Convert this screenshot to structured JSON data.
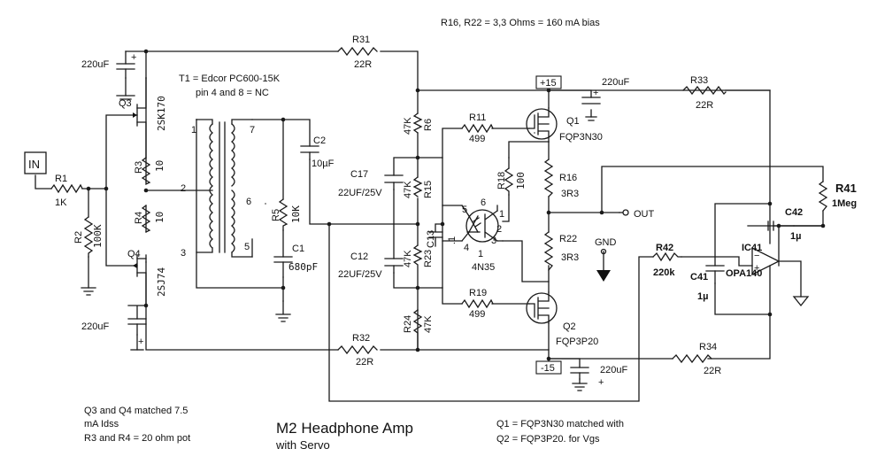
{
  "title": "M2 Headphone Amp",
  "subtitle": "with Servo",
  "notes": {
    "bias": "R16, R22 = 3,3 Ohms = 160 mA bias",
    "transformer_1": "T1 = Edcor PC600-15K",
    "transformer_2": "pin 4 and 8 = NC",
    "jfet_1": "Q3 and Q4 matched 7.5",
    "jfet_2": "mA Idss",
    "jfet_3": "R3 and R4 = 20 ohm pot",
    "mosfet_1": "Q1 = FQP3N30 matched with",
    "mosfet_2": "Q2 = FQP3P20.  for Vgs"
  },
  "ports": {
    "in": "IN",
    "out": "OUT",
    "gnd": "GND",
    "vpos": "+15",
    "vneg": "-15"
  },
  "labels": {
    "c_top_left": "220uF",
    "c_bot_left": "220uF",
    "c_top_right": "220uF",
    "c_bot_right": "220uF",
    "r31": "R31",
    "r31v": "22R",
    "r32": "R32",
    "r32v": "22R",
    "r33": "R33",
    "r33v": "22R",
    "r34": "R34",
    "r34v": "22R",
    "r1": "R1",
    "r1v": "1K",
    "r2": "R2",
    "r2v": "100K",
    "q3": "Q3",
    "q3p": "2SK170",
    "q4": "Q4",
    "q4p": "2SJ74",
    "r3": "R3",
    "r3v": "10",
    "r4": "R4",
    "r4v": "10",
    "t_pin1": "1",
    "t_pin2": "2",
    "t_pin3": "3",
    "t_pin5": "5",
    "t_pin6": "6",
    "t_pin7": "7",
    "r5": "R5",
    "r5v": "10K",
    "c1": "C1",
    "c1v": "680pF",
    "c2": "C2",
    "c2v": "10µF",
    "c17": "C17",
    "c17v": "22UF/25V",
    "c12": "C12",
    "c12v": "22UF/25V",
    "r6": "R6",
    "r6v": "47K",
    "r15": "R15",
    "r15v": "47K",
    "r23": "R23",
    "r23v": "47K",
    "r24": "R24",
    "r24v": "47K",
    "c13": "C13",
    "c13v": ".1",
    "r11": "R11",
    "r11v": "499",
    "r19": "R19",
    "r19v": "499",
    "r18": "R18",
    "r18v": "100",
    "oc": "4N35",
    "oc_p1": "1",
    "oc_p2": "2",
    "oc_p3": "3",
    "oc_p4": "4",
    "oc_p5": "5",
    "oc_p6": "6",
    "oc_p1b": "1",
    "q1": "Q1",
    "q1p": "FQP3N30",
    "q2": "Q2",
    "q2p": "FQP3P20",
    "r16": "R16",
    "r16v": "3R3",
    "r22": "R22",
    "r22v": "3R3",
    "r41": "R41",
    "r41v": "1Meg",
    "r42": "R42",
    "r42v": "220k",
    "c41": "C41",
    "c41v": "1µ",
    "c42": "C42",
    "c42v": "1µ",
    "ic41": "IC41",
    "ic41p": "OPA140",
    "plus": "+"
  }
}
